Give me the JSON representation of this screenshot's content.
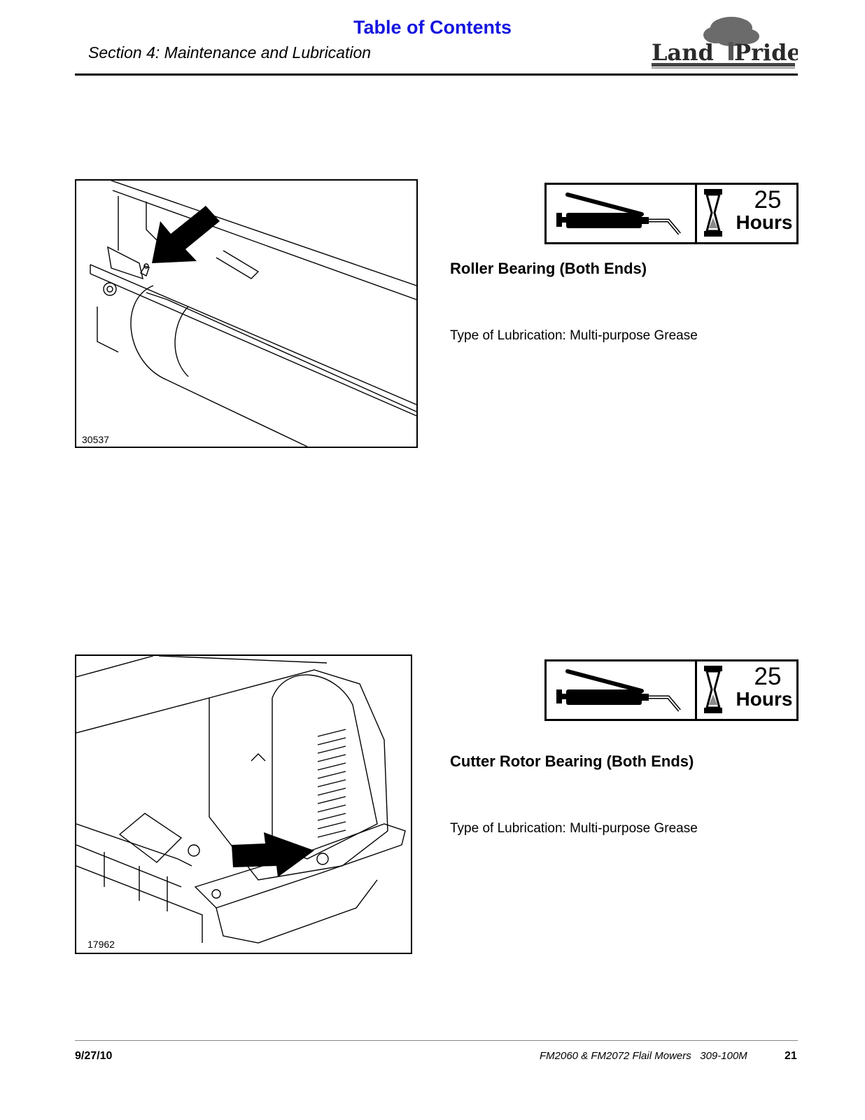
{
  "header": {
    "toc_link": "Table of Contents",
    "section_title": "Section 4: Maintenance and Lubrication",
    "logo_text": "LandPride"
  },
  "items": [
    {
      "figure_number": "30537",
      "interval_value": "25",
      "interval_unit": "Hours",
      "title": "Roller Bearing (Both Ends)",
      "lubrication": "Type of Lubrication: Multi-purpose Grease"
    },
    {
      "figure_number": "17962",
      "interval_value": "25",
      "interval_unit": "Hours",
      "title": "Cutter Rotor Bearing (Both Ends)",
      "lubrication": "Type of Lubrication: Multi-purpose Grease"
    }
  ],
  "footer": {
    "date": "9/27/10",
    "document": "FM2060 & FM2072 Flail Mowers   309-100M",
    "page": "21"
  }
}
